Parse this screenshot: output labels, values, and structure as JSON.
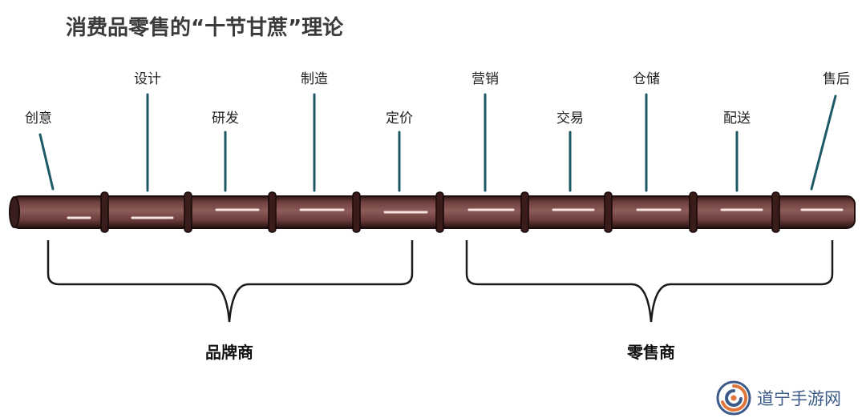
{
  "title": "消费品零售的“十节甘蔗”理论",
  "segments": [
    {
      "label": "创意"
    },
    {
      "label": "设计"
    },
    {
      "label": "研发"
    },
    {
      "label": "制造"
    },
    {
      "label": "定价"
    },
    {
      "label": "营销"
    },
    {
      "label": "交易"
    },
    {
      "label": "仓储"
    },
    {
      "label": "配送"
    },
    {
      "label": "售后"
    }
  ],
  "groups": [
    {
      "label": "品牌商"
    },
    {
      "label": "零售商"
    }
  ],
  "watermark": {
    "text": "道宁手游网",
    "icon": "swirl-logo-icon"
  },
  "colors": {
    "cane_body": "#7a4a48",
    "cane_dark": "#2a1414",
    "cane_highlight": "#f4e4e0",
    "pointer": "#1e5a66",
    "bracket": "#1a1a1a",
    "title": "#3a3a3a",
    "watermark": "#3b5a88"
  }
}
